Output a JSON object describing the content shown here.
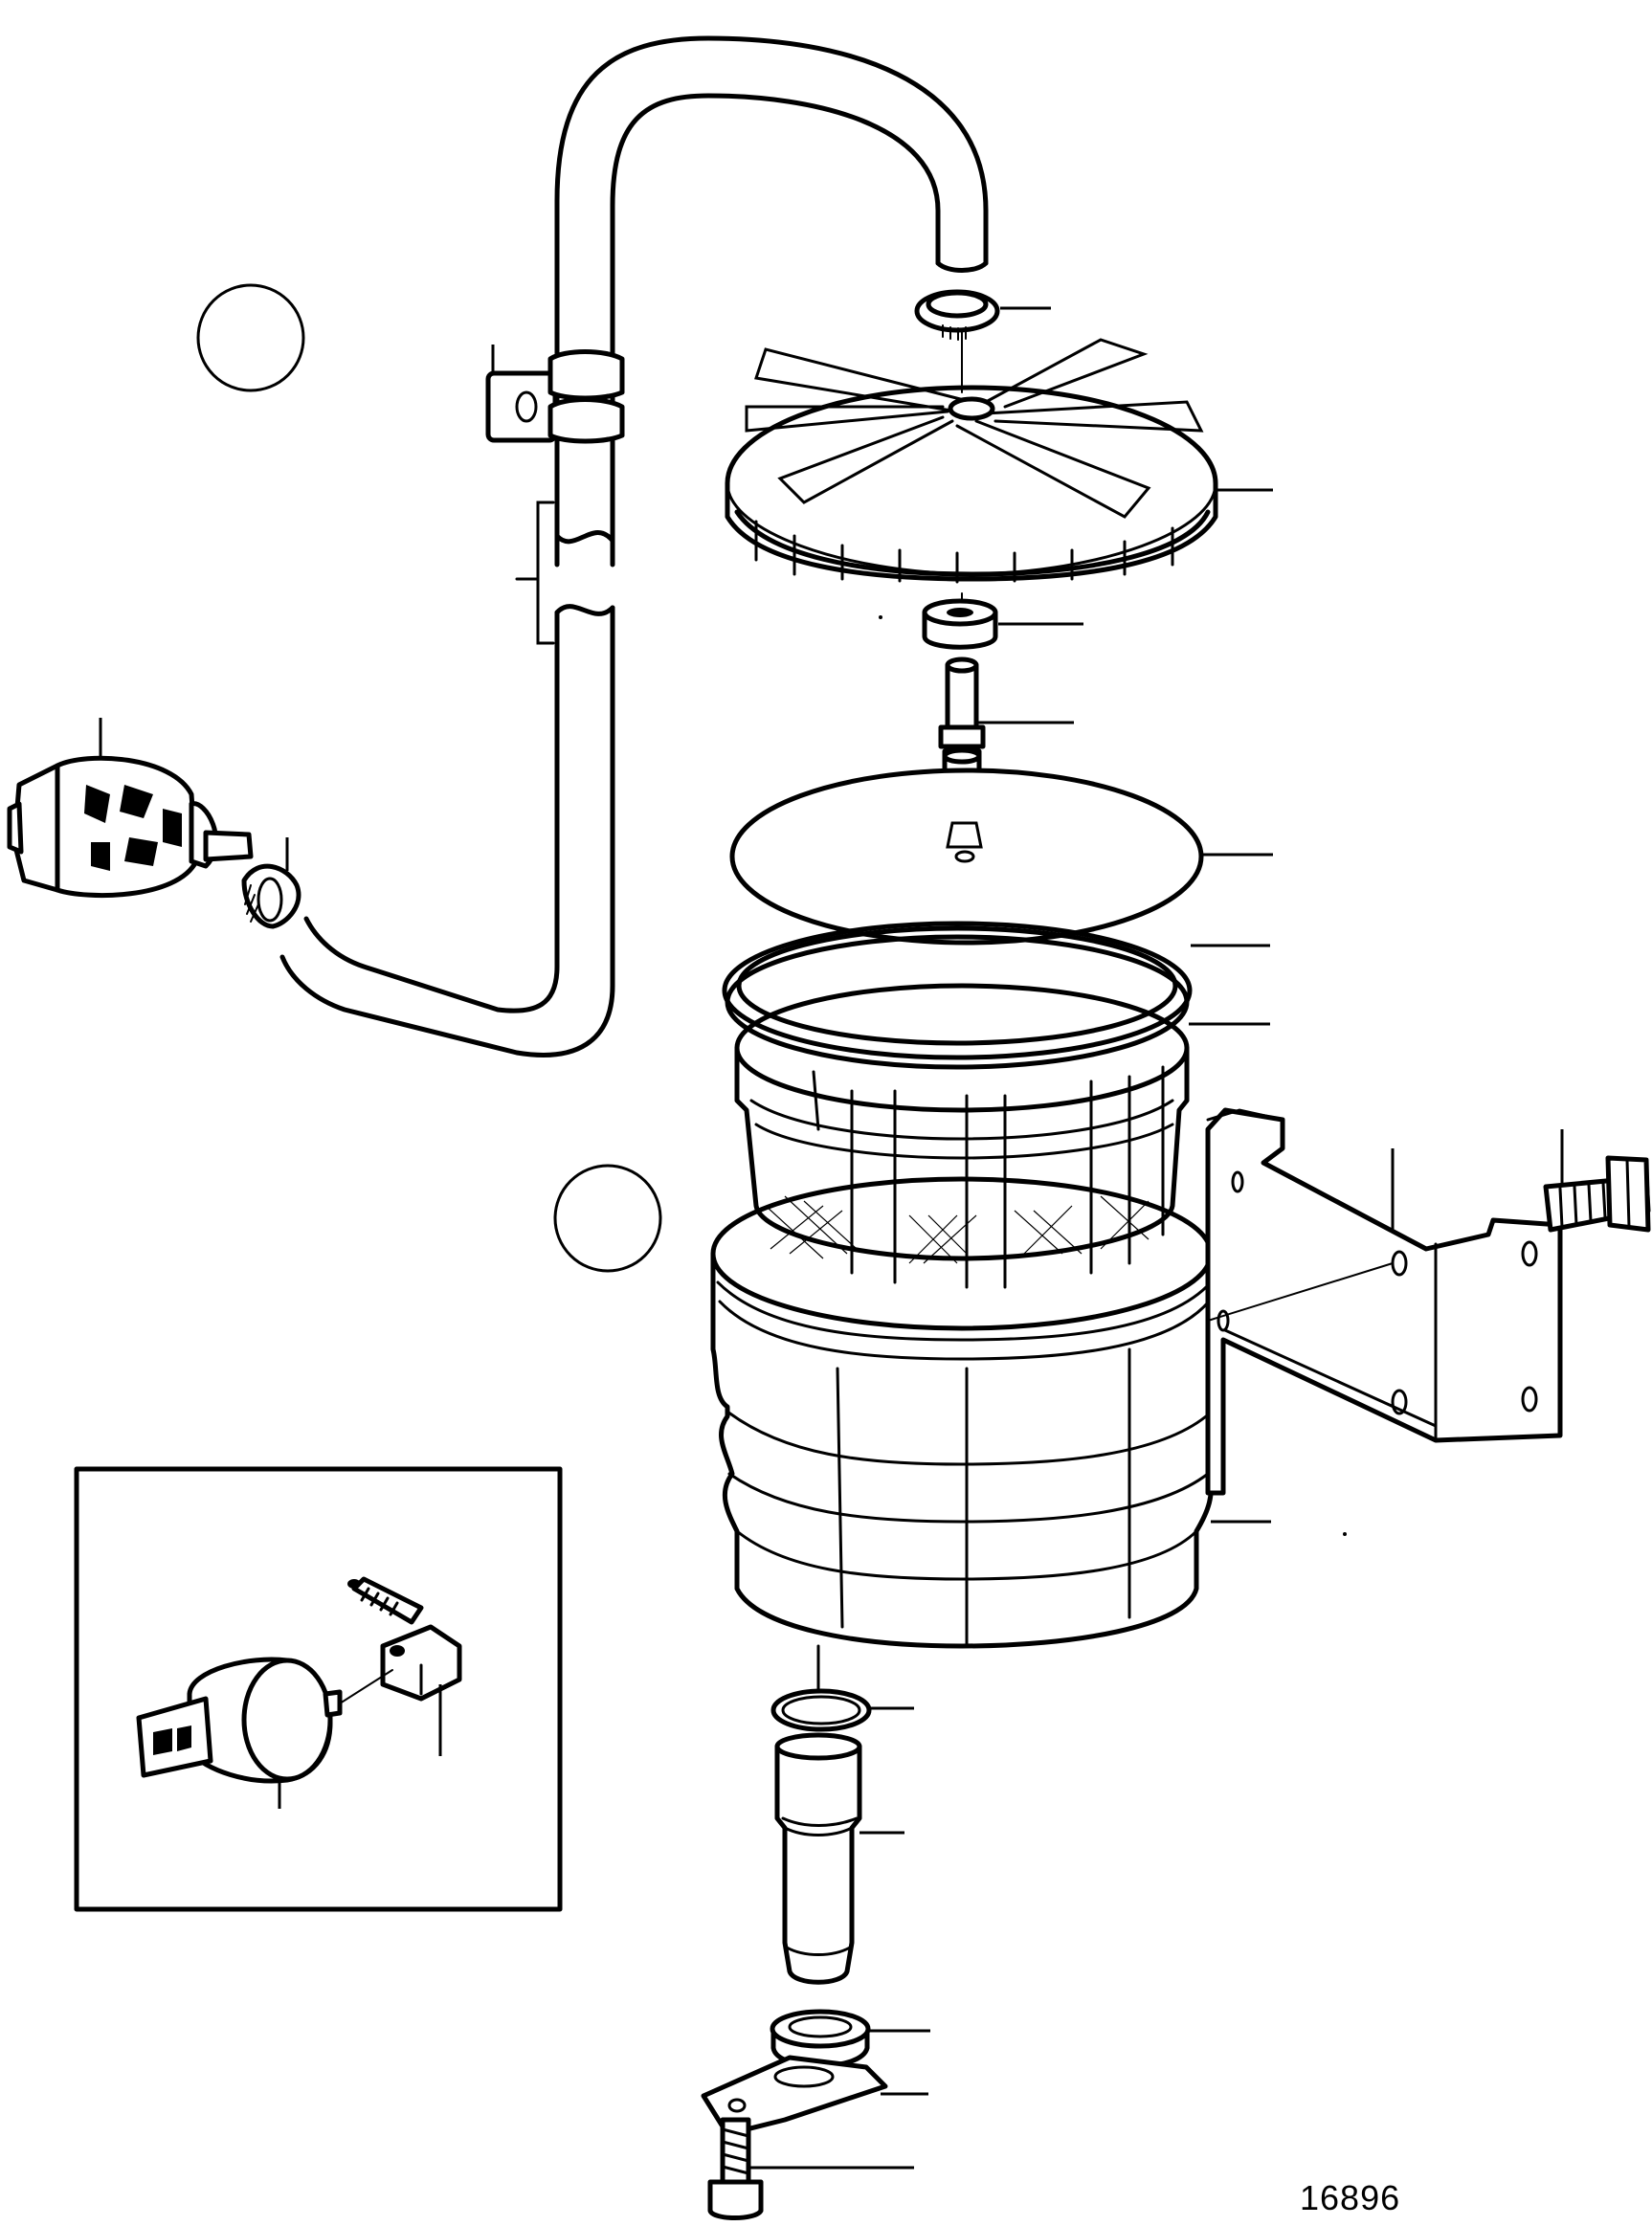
{
  "figure": {
    "number": "16896"
  },
  "colors": {
    "ink": "#000000",
    "paper": "#ffffff"
  },
  "parts": [
    "hose",
    "hose-clamp",
    "strainer-lid",
    "sealing-washer",
    "spindle",
    "cover-plate",
    "o-ring-large",
    "filter-basket",
    "strainer-housing",
    "mounting-bracket",
    "bolt",
    "o-ring-small",
    "nipple",
    "nut",
    "bottom-bracket",
    "bottom-bolt",
    "hose-clip",
    "hose-break-bracket",
    "pressure-switch",
    "sensor",
    "angle-adapter",
    "adapter-screw"
  ]
}
